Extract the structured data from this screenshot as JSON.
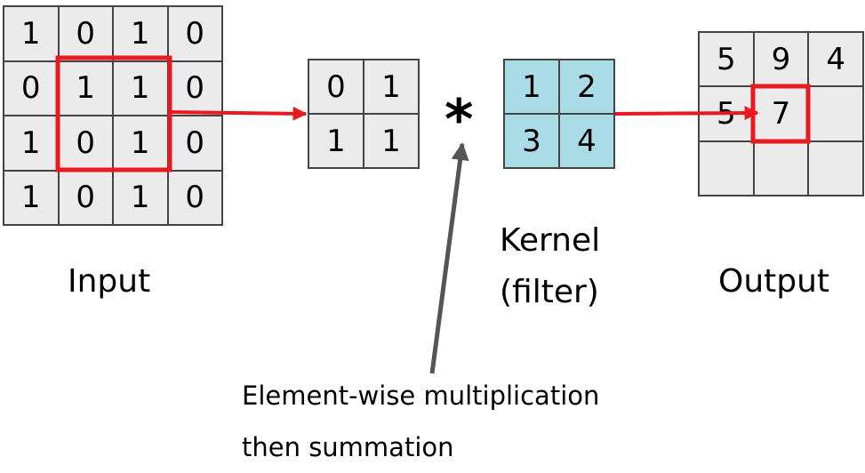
{
  "input": {
    "label": "Input",
    "rows": [
      [
        "1",
        "0",
        "1",
        "0"
      ],
      [
        "0",
        "1",
        "1",
        "0"
      ],
      [
        "1",
        "0",
        "1",
        "0"
      ],
      [
        "1",
        "0",
        "1",
        "0"
      ]
    ]
  },
  "patch": {
    "rows": [
      [
        "0",
        "1"
      ],
      [
        "1",
        "1"
      ]
    ]
  },
  "operator": "*",
  "kernel": {
    "label_line1": "Kernel",
    "label_line2": "(filter)",
    "rows": [
      [
        "1",
        "2"
      ],
      [
        "3",
        "4"
      ]
    ]
  },
  "output": {
    "label": "Output",
    "rows": [
      [
        "5",
        "9",
        "4"
      ],
      [
        "5",
        "7",
        ""
      ],
      [
        "",
        "",
        ""
      ]
    ]
  },
  "caption": {
    "line1": "Element-wise multiplication",
    "line2": "then summation"
  },
  "colors": {
    "highlight": "#e8191f",
    "kernel_fill": "#aadce8",
    "cell_fill": "#ebebeb",
    "pointer_arrow": "#555555"
  }
}
